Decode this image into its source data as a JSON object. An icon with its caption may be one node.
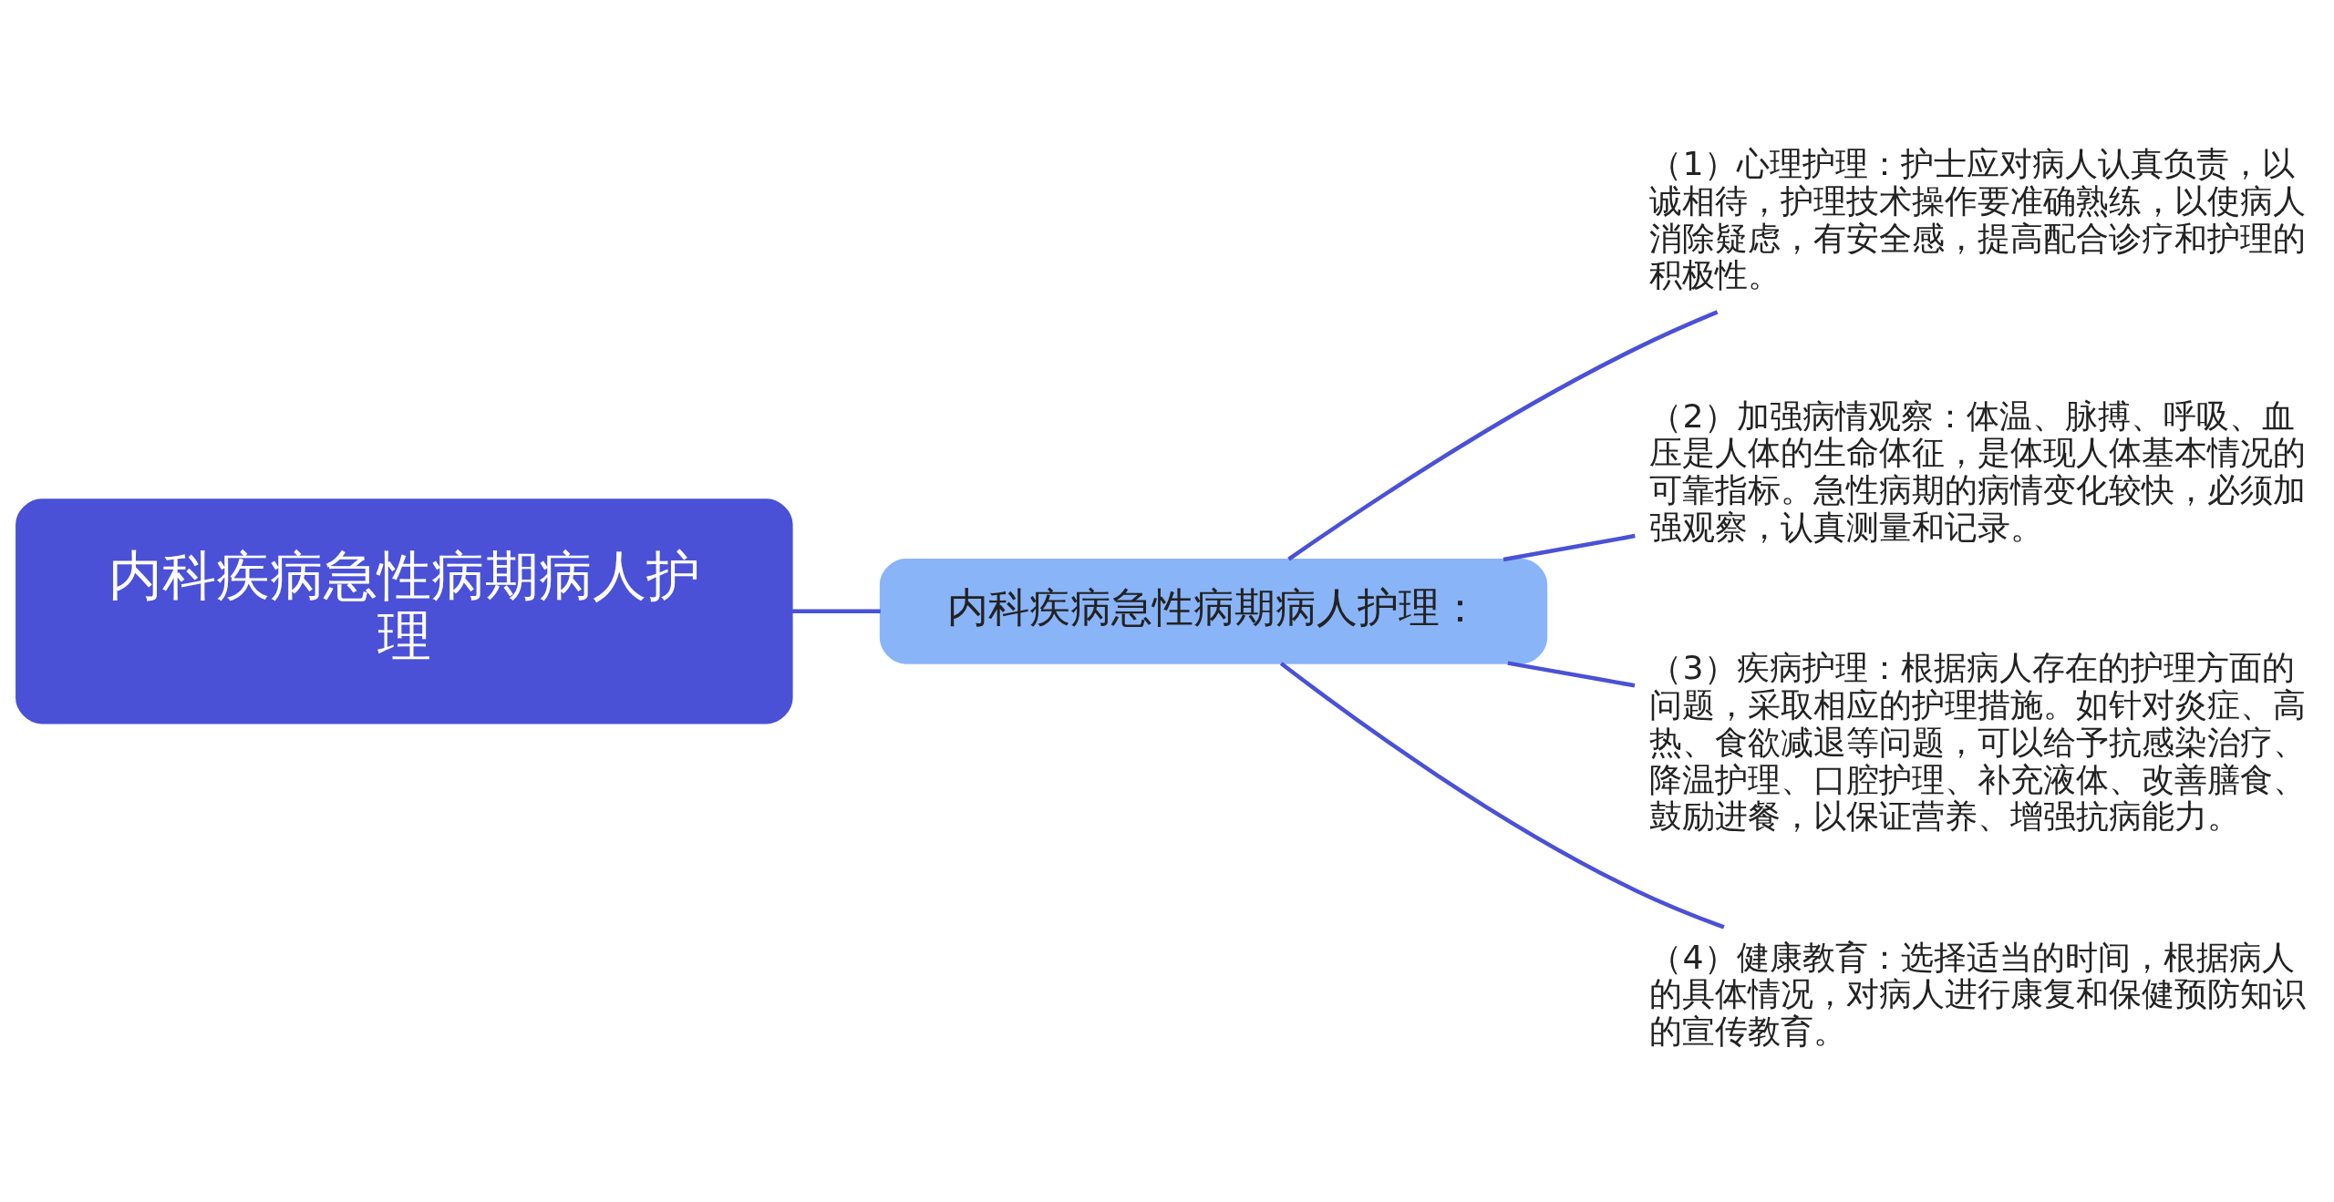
{
  "diagram": {
    "nodes": [
      {
        "text": [
          "内科疾病急性病期病人护理"
        ]
      },
      {
        "text": [
          "内科疾病急性病期病人护理："
        ]
      },
      {
        "text": [
          "（1）心理护理：护士应对病人认真负责，以诚相待，护理技术操作要准确熟练，以使病人消除疑虑，有安全感，提高配合诊疗和护理的积极性。"
        ]
      },
      {
        "text": [
          "（2）加强病情观察：体温、脉搏、呼吸、血压是人体的生命体征，是体现人体基本情况的可靠指标。急性病期的病情变化较快，必须加强观察，认真测量和记录。"
        ]
      },
      {
        "text": [
          "（3）疾病护理：根据病人存在的护理方面的问题，采取相应的护理措施。如针对炎症、高热、食欲减退等问题，可以给予抗感染治疗、降温护理、口腔护理、补充液体、改善膳食、鼓励进餐，以保证营养、增强抗病能力。"
        ]
      },
      {
        "text": [
          "（4）健康教育：选择适当的时间，根据病人的具体情况，对病人进行康复和保健预防知识的宣传教育。"
        ]
      }
    ],
    "edges": [
      {
        "from": 0,
        "to": 1,
        "arrow": "none"
      },
      {
        "from": 1,
        "to": 2,
        "arrow": "none"
      },
      {
        "from": 1,
        "to": 3,
        "arrow": "none"
      },
      {
        "from": 1,
        "to": 4,
        "arrow": "none"
      },
      {
        "from": 1,
        "to": 5,
        "arrow": "none"
      }
    ]
  }
}
